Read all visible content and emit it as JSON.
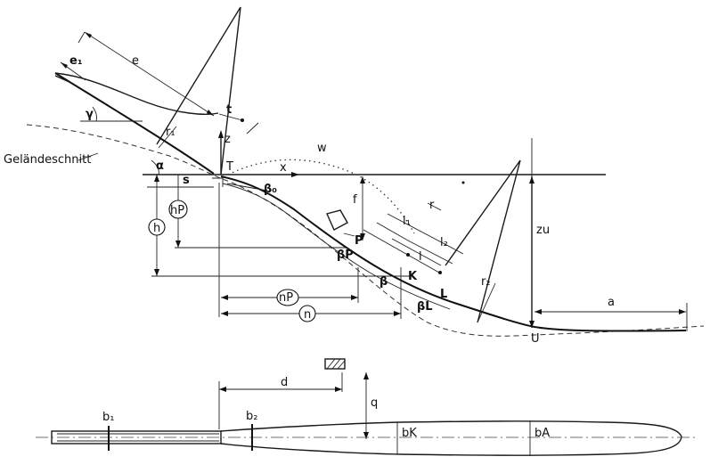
{
  "diagram": {
    "labels": {
      "gelaende": "Geländeschnitt",
      "e": "e",
      "e1": "e₁",
      "gamma": "γ",
      "r1": "r₁",
      "t": "t",
      "z": "z",
      "T": "T",
      "x": "x",
      "w": "w",
      "alpha": "α",
      "s": "s",
      "beta0": "β₀",
      "hP": "hP",
      "h": "h",
      "f": "f",
      "P": "P",
      "betaP": "βP",
      "beta": "β",
      "K": "K",
      "L": "L",
      "betaL": "βL",
      "l": "l",
      "l1": "l₁",
      "l2": "l₂",
      "r": "r",
      "r2": "r₂",
      "zu": "zu",
      "nP": "nP",
      "n": "n",
      "a": "a",
      "U": "U",
      "d": "d",
      "q": "q",
      "b1": "b₁",
      "b2": "b₂",
      "bK": "bK",
      "bA": "bA"
    }
  }
}
